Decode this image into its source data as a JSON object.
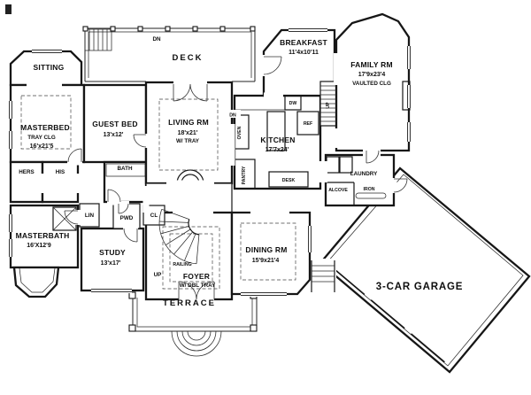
{
  "plan": {
    "rooms": {
      "sitting": {
        "name": "SITTING"
      },
      "deck": {
        "name": "DECK"
      },
      "breakfast": {
        "name": "BREAKFAST",
        "dims": "11'4x10'11"
      },
      "family_rm": {
        "name": "FAMILY RM",
        "dims": "17'9x23'4",
        "note": "VAULTED CLG"
      },
      "master_bed": {
        "name": "MASTERBED",
        "note": "TRAY CLG",
        "dims": "16'x21'5"
      },
      "guest_bed": {
        "name": "GUEST BED",
        "dims": "13'x12'"
      },
      "living_rm": {
        "name": "LIVING RM",
        "dims": "18'x21'",
        "note": "W/ TRAY"
      },
      "kitchen": {
        "name": "KITCHEN",
        "dims": "17'7x24'"
      },
      "laundry": {
        "name": "LAUNDRY"
      },
      "master_bath": {
        "name": "MASTERBATH",
        "dims": "16'X12'9"
      },
      "study": {
        "name": "STUDY",
        "dims": "13'x17'"
      },
      "foyer": {
        "name": "FOYER",
        "note": "W/ DBL TRAY"
      },
      "dining_rm": {
        "name": "DINING RM",
        "dims": "15'9x21'4"
      },
      "terrace": {
        "name": "TERRACE"
      },
      "garage": {
        "name": "3-CAR GARAGE"
      }
    },
    "closets": {
      "hers": "HERS",
      "his": "HIS",
      "bath": "BATH",
      "lin": "LIN",
      "pwd": "PWD",
      "cl": "CL"
    },
    "fixtures": {
      "oven": "OVEN",
      "ref": "REF",
      "dw": "DW",
      "desk": "DESK",
      "pantry": "PANTRY",
      "alcove": "ALCOVE",
      "iron": "IRON"
    },
    "circulation": {
      "railing": "RAILING",
      "up_foyer": "UP",
      "up_back": "UP",
      "dn_deck": "DN",
      "dn_kitchen": "DN"
    }
  }
}
